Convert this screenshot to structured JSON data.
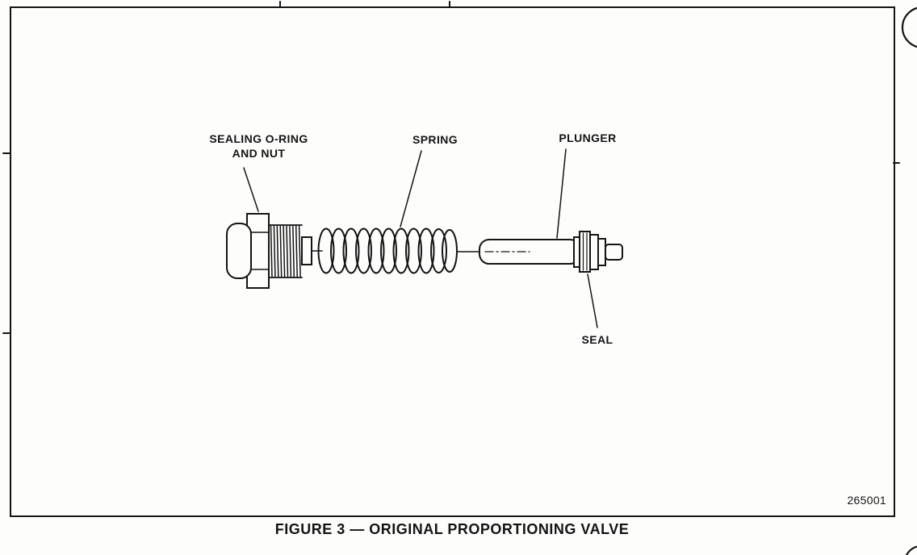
{
  "figure": {
    "labels": {
      "sealing_line1": "SEALING O-RING",
      "sealing_line2": "AND NUT",
      "spring": "SPRING",
      "plunger": "PLUNGER",
      "seal": "SEAL"
    },
    "code": "265001",
    "caption": "FIGURE 3 — ORIGINAL PROPORTIONING VALVE",
    "ink_color": "#141414"
  }
}
